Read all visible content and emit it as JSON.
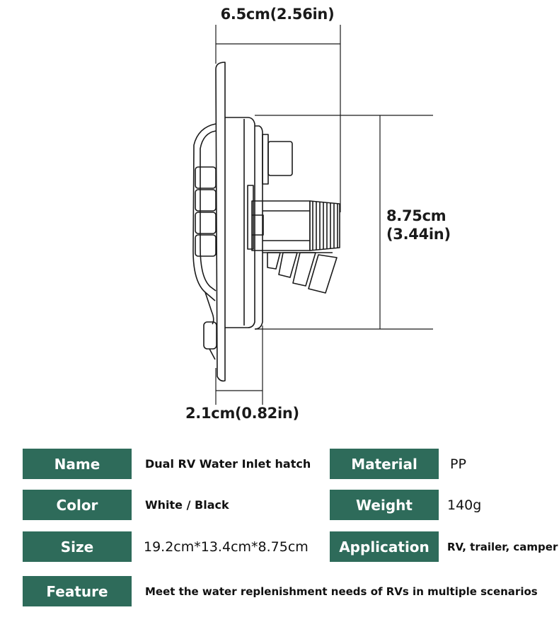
{
  "dimensions": {
    "width_label": "6.5cm(2.56in)",
    "height_label_line1": "8.75cm",
    "height_label_line2": "(3.44in)",
    "depth_label": "2.1cm(0.82in)"
  },
  "specs": {
    "name": {
      "label": "Name",
      "value": "Dual RV Water Inlet hatch"
    },
    "material": {
      "label": "Material",
      "value": "PP"
    },
    "color": {
      "label": "Color",
      "value": "White / Black"
    },
    "weight": {
      "label": "Weight",
      "value": "140g"
    },
    "size": {
      "label": "Size",
      "value": "19.2cm*13.4cm*8.75cm"
    },
    "application": {
      "label": "Application",
      "value": "RV, trailer, camper"
    },
    "feature": {
      "label": "Feature",
      "value": "Meet the water replenishment needs of RVs in multiple scenarios"
    }
  },
  "colors": {
    "label_bg": "#2e6b5a",
    "label_text": "#ffffff",
    "line": "#1a1a1a"
  }
}
